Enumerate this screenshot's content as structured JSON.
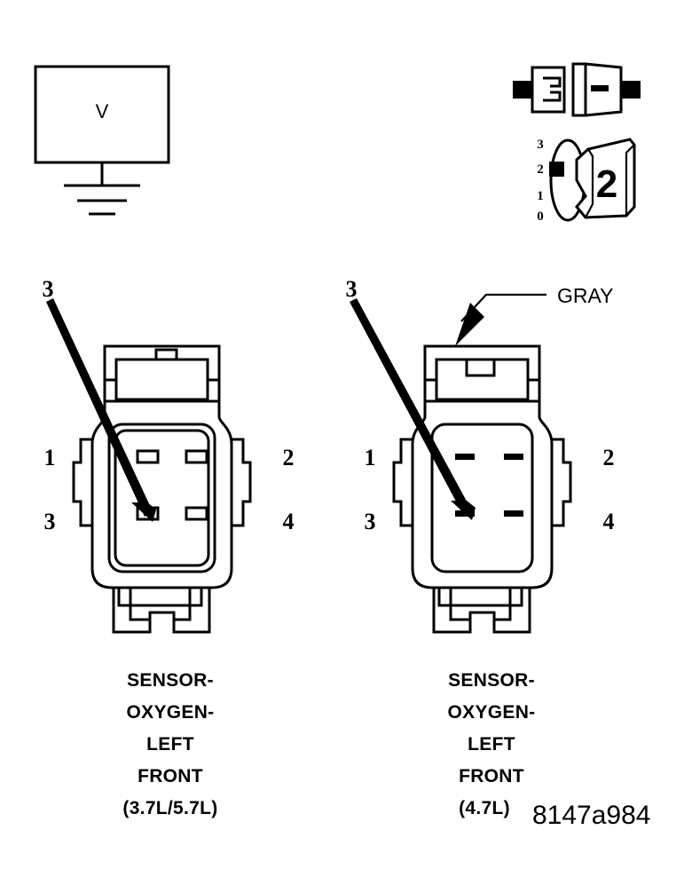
{
  "figure": {
    "id_label": "8147a984",
    "meter": {
      "symbol_label": "V",
      "name": "voltmeter"
    },
    "probe_icon": {
      "name": "connector-probe"
    },
    "dial": {
      "scale_labels": [
        "3",
        "2",
        "1",
        "0"
      ],
      "selected_value": "2"
    },
    "connectors": [
      {
        "name": "left-connector",
        "callout": "3",
        "pins": {
          "top_left": "1",
          "top_right": "2",
          "bottom_left": "3",
          "bottom_right": "4"
        },
        "caption_lines": [
          "SENSOR-",
          "OXYGEN-",
          "LEFT",
          "FRONT",
          "(3.7L/5.7L)"
        ]
      },
      {
        "name": "right-connector",
        "callout": "3",
        "color_label": "GRAY",
        "pins": {
          "top_left": "1",
          "top_right": "2",
          "bottom_left": "3",
          "bottom_right": "4"
        },
        "caption_lines": [
          "SENSOR-",
          "OXYGEN-",
          "LEFT",
          "FRONT",
          "(4.7L)"
        ]
      }
    ]
  }
}
